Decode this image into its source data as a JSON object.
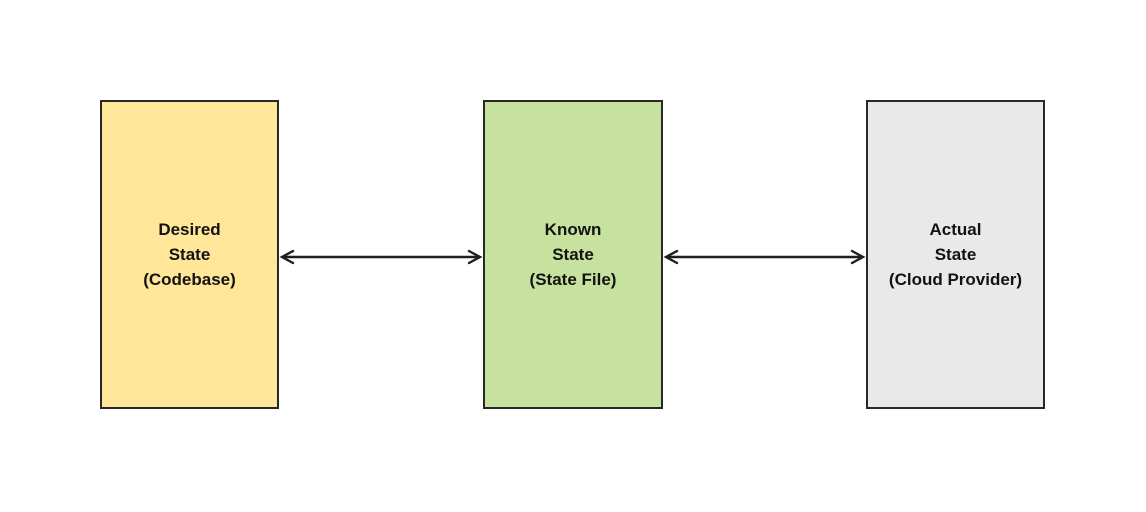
{
  "diagram": {
    "title": "state-sync-diagram",
    "background_color": "#ffffff",
    "border_color": "#282828",
    "arrow_color": "#1f1f1f",
    "boxes": [
      {
        "id": "desired-state",
        "fill": "#FFE699",
        "lines": {
          "l1": "Desired",
          "l2": "State",
          "l3": "(Codebase)"
        }
      },
      {
        "id": "known-state",
        "fill": "#C7E29F",
        "lines": {
          "l1": "Known",
          "l2": "State",
          "l3": "(State File)"
        }
      },
      {
        "id": "actual-state",
        "fill": "#E9E9E9",
        "lines": {
          "l1": "Actual",
          "l2": "State",
          "l3": "(Cloud Provider)"
        }
      }
    ],
    "connectors": [
      {
        "id": "desired-known",
        "type": "double-headed-arrow"
      },
      {
        "id": "known-actual",
        "type": "double-headed-arrow"
      }
    ]
  }
}
